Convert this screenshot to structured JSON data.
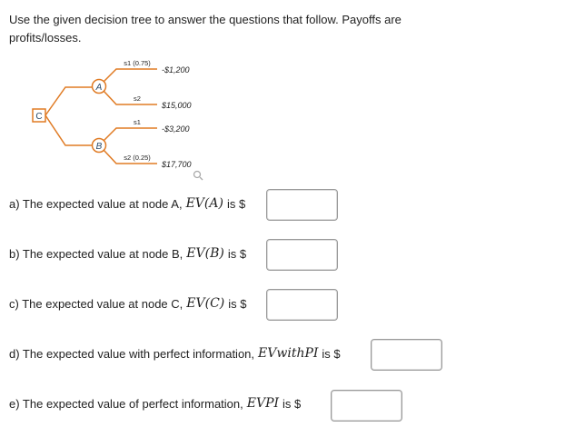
{
  "intro": "Use the given decision tree to answer the questions that follow. Payoffs are profits/losses.",
  "tree": {
    "decision": "C",
    "chance": [
      "A",
      "B"
    ],
    "branches": [
      {
        "label": "s1 (0.75)",
        "payoff": "-$1,200"
      },
      {
        "label": "s2",
        "payoff": "$15,000"
      },
      {
        "label": "s1",
        "payoff": "-$3,200"
      },
      {
        "label": "s2 (0.25)",
        "payoff": "$17,700"
      }
    ],
    "color": "#e07b24"
  },
  "questions": [
    {
      "text": "a) The expected value at node A,",
      "math": "EV(A)",
      "suffix": "is $",
      "value": ""
    },
    {
      "text": "b) The expected value at node B,",
      "math": "EV(B)",
      "suffix": "is $",
      "value": ""
    },
    {
      "text": "c) The expected value at node C,",
      "math": "EV(C)",
      "suffix": "is $",
      "value": ""
    },
    {
      "text": "d) The expected value with perfect information,",
      "math": "EVwithPI",
      "suffix": "is $",
      "value": ""
    },
    {
      "text": "e) The expected value of perfect information,",
      "math": "EVPI",
      "suffix": "is $",
      "value": ""
    }
  ]
}
